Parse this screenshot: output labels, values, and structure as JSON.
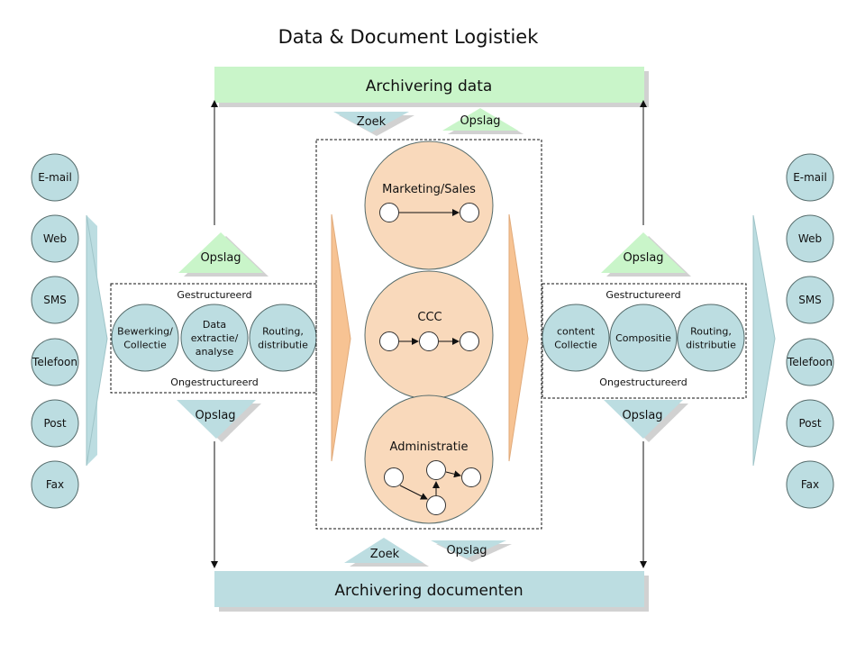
{
  "title": "Data & Document Logistiek",
  "banners": {
    "top": "Archivering data",
    "bottom": "Archivering documenten"
  },
  "colors": {
    "green": "#c9f5c9",
    "blue": "#bcdde1",
    "peach": "#f9d9bb",
    "orange": "#f7c393",
    "stroke": "#556b6b"
  },
  "storage": {
    "top_zoek": "Zoek",
    "top_opslag": "Opslag",
    "bottom_zoek": "Zoek",
    "bottom_opslag": "Opslag",
    "left_top": "Opslag",
    "left_bottom": "Opslag",
    "right_top": "Opslag",
    "right_bottom": "Opslag"
  },
  "channels_in": [
    "E-mail",
    "Web",
    "SMS",
    "Telefoon",
    "Post",
    "Fax"
  ],
  "channels_out": [
    "E-mail",
    "Web",
    "SMS",
    "Telefoon",
    "Post",
    "Fax"
  ],
  "input_process": {
    "top_label": "Gestructureerd",
    "bottom_label": "Ongestructureerd",
    "steps": [
      [
        "Bewerking/",
        "Collectie"
      ],
      [
        "Data",
        "extractie/",
        "analyse"
      ],
      [
        "Routing,",
        "distributie"
      ]
    ]
  },
  "output_process": {
    "top_label": "Gestructureerd",
    "bottom_label": "Ongestructureerd",
    "steps": [
      [
        "content",
        "Collectie"
      ],
      [
        "Compositie"
      ],
      [
        "Routing,",
        "distributie"
      ]
    ]
  },
  "departments": [
    "Marketing/Sales",
    "CCC",
    "Administratie"
  ]
}
